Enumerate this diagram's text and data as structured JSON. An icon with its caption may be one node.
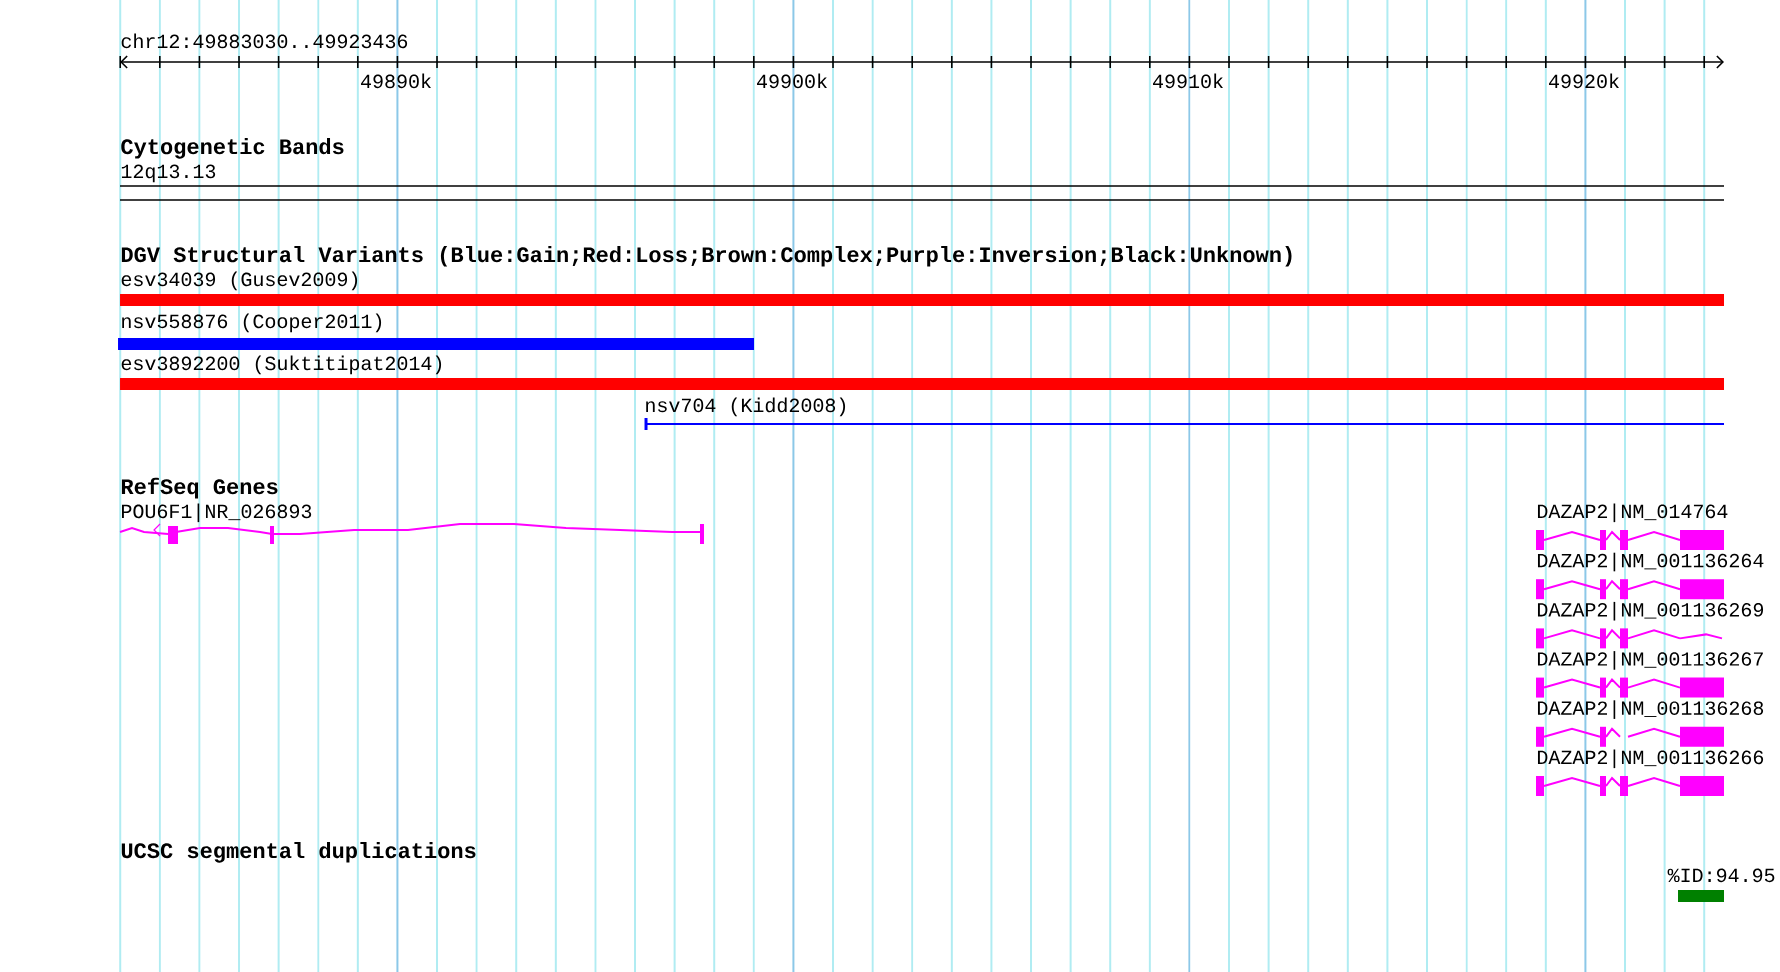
{
  "diagram": {
    "labels": [
      "chr12:49883030..49923436",
      "49890k",
      "49900k",
      "49910k",
      "49920k",
      "Cytogenetic Bands",
      "12q13.13",
      "DGV Structural Variants (Blue:Gain;Red:Loss;Brown:Complex;Purple:Inversion;Black:Unknown)",
      "esv34039 (Gusev2009)",
      "nsv558876 (Cooper2011)",
      "esv3892200 (Suktitipat2014)",
      "nsv704 (Kidd2008)",
      "RefSeq Genes",
      "POU6F1|NR_026893",
      "DAZAP2|NM_014764",
      "DAZAP2|NM_001136264",
      "DAZAP2|NM_001136269",
      "DAZAP2|NM_001136267",
      "DAZAP2|NM_001136268",
      "DAZAP2|NM_001136266",
      "UCSC segmental duplications",
      "%ID:94.95"
    ]
  }
}
